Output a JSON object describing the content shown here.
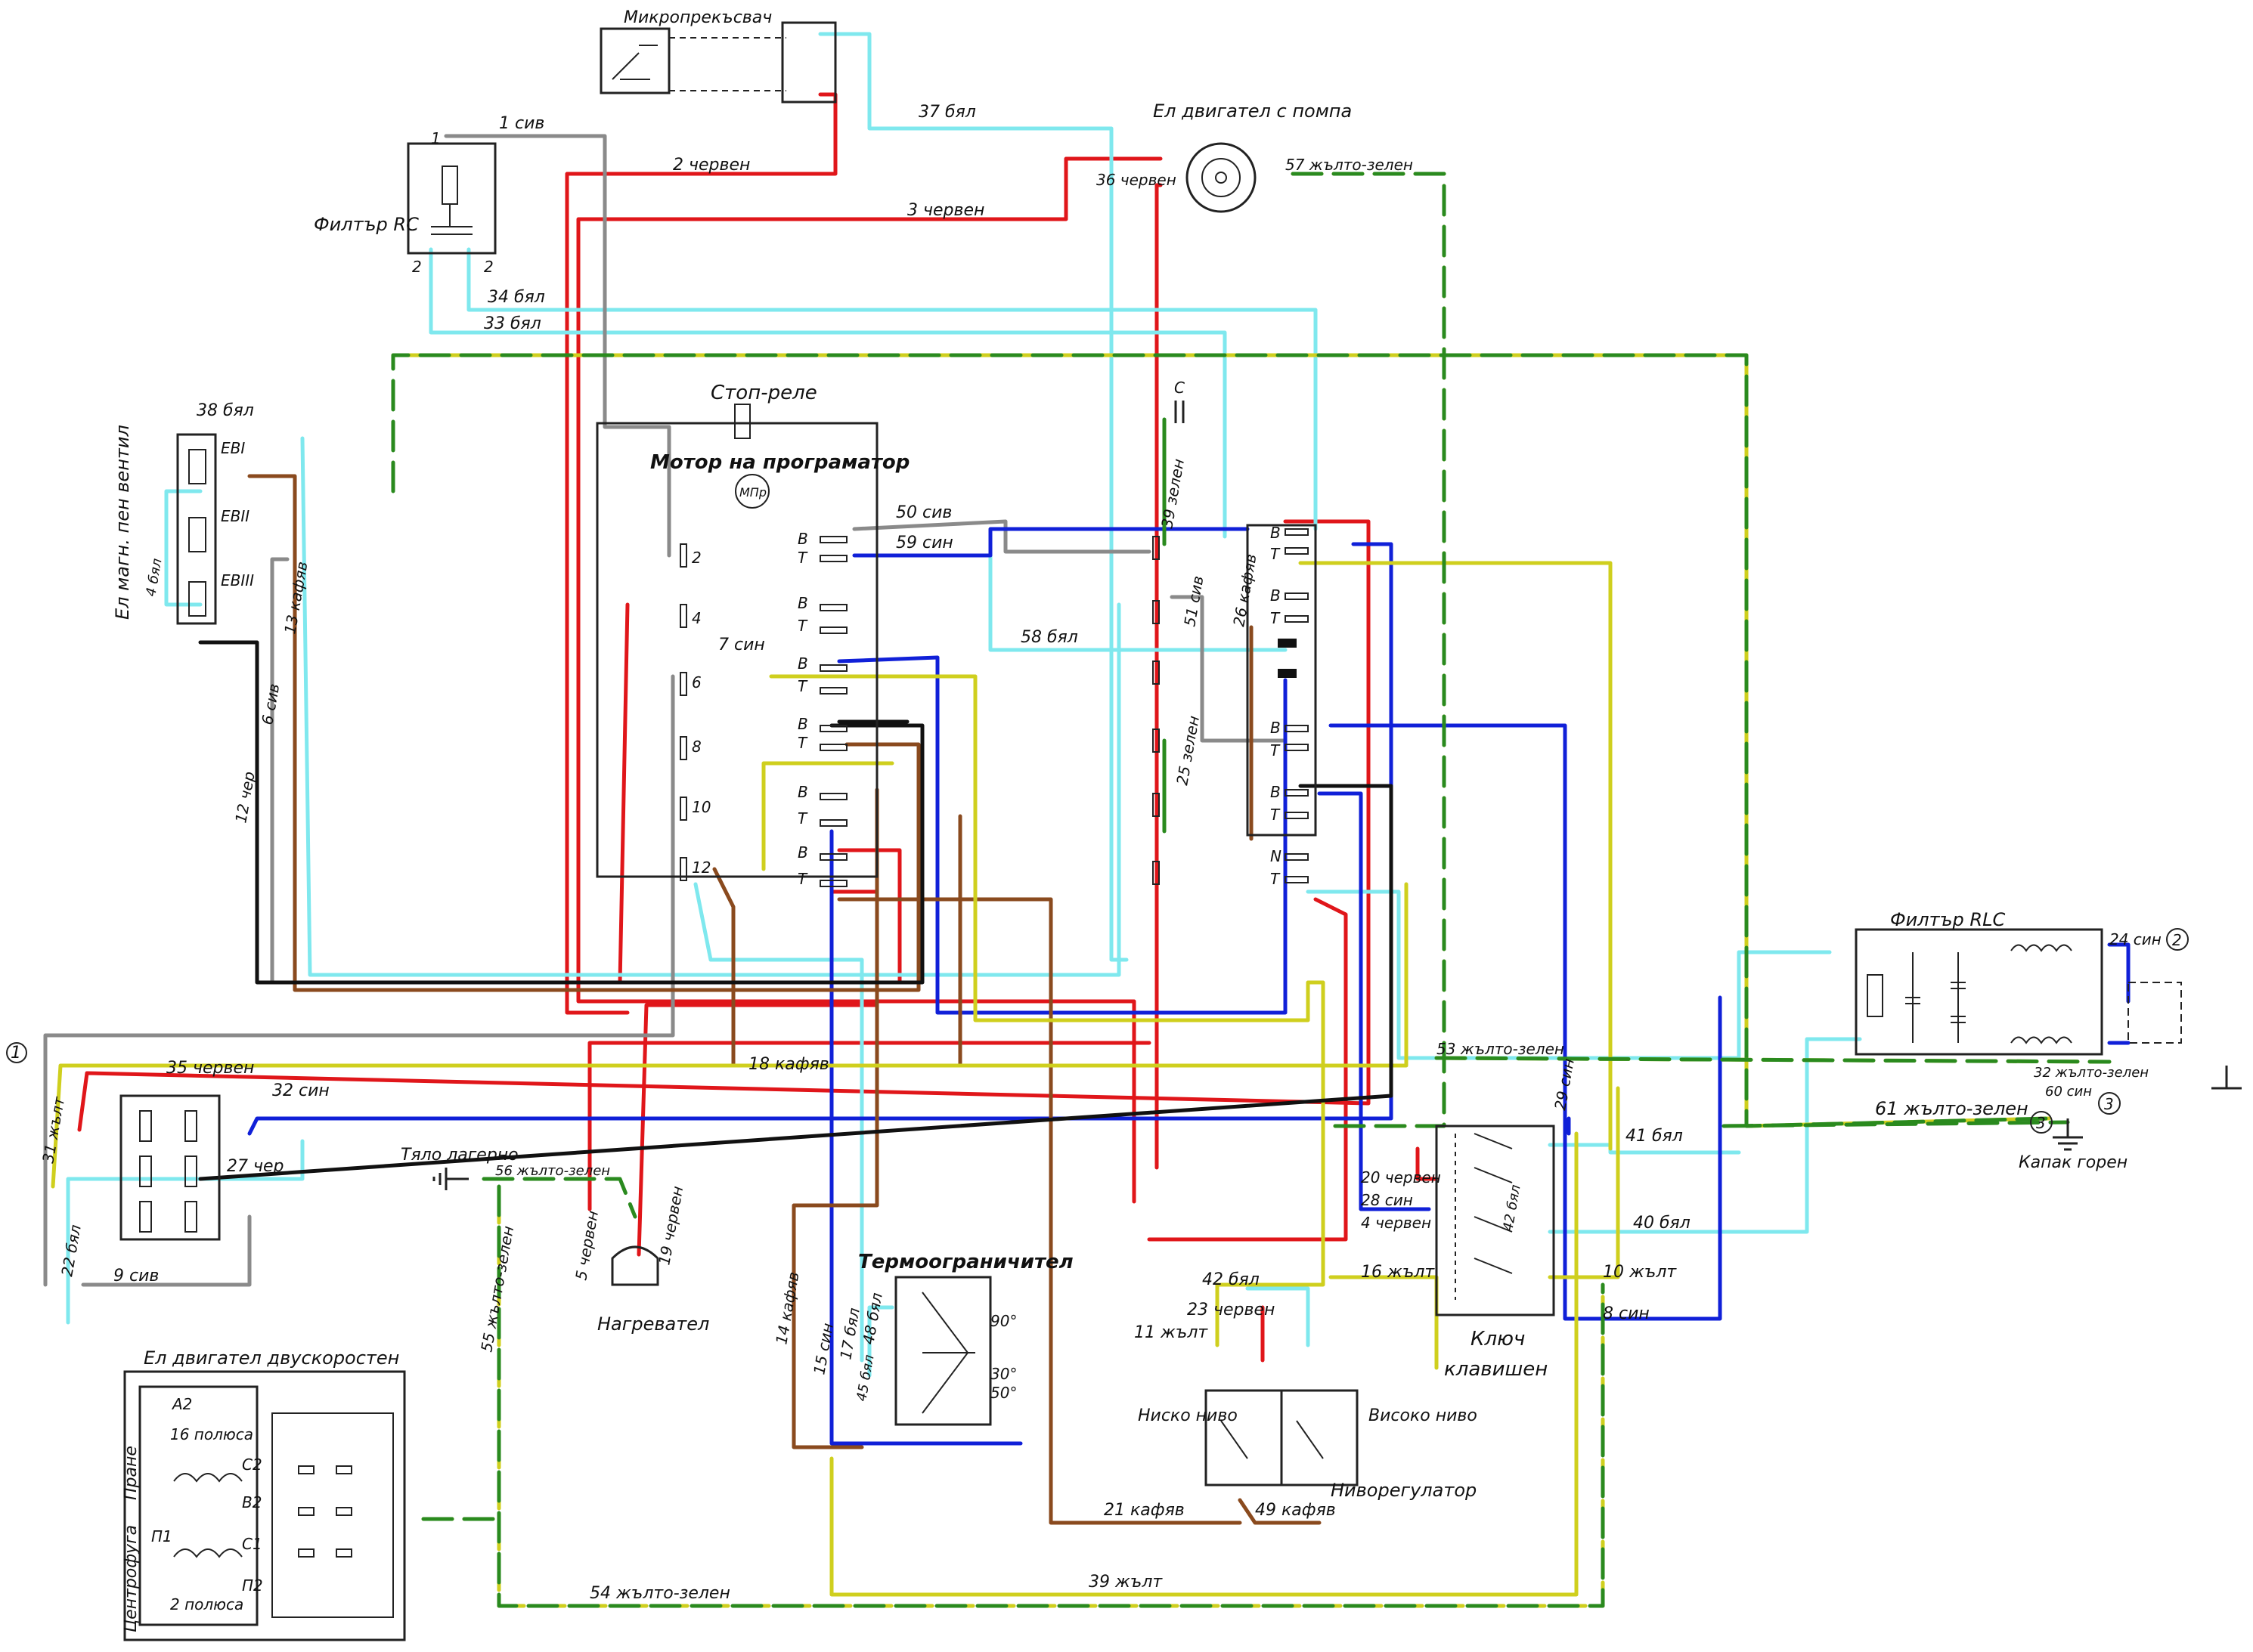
{
  "colors": {
    "red": "#e0161a",
    "blue": "#1020d8",
    "cyan": "#7fe8ee",
    "gray": "#8a8a8a",
    "brown": "#8a4a1e",
    "yellow": "#cfcf1e",
    "green": "#2a8a1e",
    "black": "#111111"
  },
  "titles": {
    "microswitch": "Микропрекъсвач",
    "motor_pump": "Ел двигател с помпа",
    "filter_rc": "Филтър RC",
    "stop_relay": "Стоп-реле",
    "prog_motor": "Мотор на програматор",
    "prog_motor_code": "МПр",
    "valves": "Ел магн. пен вентил",
    "filter_rlc": "Филтър RLC",
    "lid": "Капак горен",
    "body_ground": "Тяло лагерно",
    "heater": "Нагревател",
    "thermo": "Термоограничител",
    "key_switch_1": "Ключ",
    "key_switch_2": "клавишен",
    "low_level": "Ниско ниво",
    "high_level": "Високо ниво",
    "level_reg": "Ниворегулатор",
    "two_speed_motor": "Ел двигател двускоростен",
    "wash": "Пране",
    "spin": "Центрофуга",
    "poles16": "16 полюса",
    "poles2": "2 полюса"
  },
  "valve_labels": [
    "ЕВI",
    "ЕВII",
    "ЕВIII"
  ],
  "wires": {
    "w1": "1 сив",
    "w2": "2 червен",
    "w3": "3 червен",
    "w37": "37 бял",
    "w36": "36 червен",
    "w57": "57 жълто-зелен",
    "w34": "34 бял",
    "w33": "33 бял",
    "w38": "38 бял",
    "w13": "13 кафяв",
    "w6": "6 сив",
    "w12": "12 чер",
    "w50": "50 сив",
    "w59": "59 син",
    "w58": "58 бял",
    "w7": "7 син",
    "w39z": "39 зелен",
    "w51": "51 сив",
    "w25": "25 зелен",
    "w26": "26 кафяв",
    "w24": "24 син",
    "w53": "53 жълто-зелен",
    "w32zz": "32 жълто-зелен",
    "w60": "60 син",
    "w61": "61 жълто-зелен",
    "w35": "35 червен",
    "w32": "32 син",
    "w31": "31 жълт",
    "w27": "27 чер",
    "w22": "22 бял",
    "w9": "9 сив",
    "w18": "18 кафяв",
    "w56": "56 жълто-зелен",
    "w55": "55 жълто-зелен",
    "w5": "5 червен",
    "w19": "19 червен",
    "w14": "14 кафяв",
    "w15": "15 син",
    "w17": "17 бял",
    "w48": "48 бял",
    "w45": "45 бял",
    "w42": "42 бял",
    "w23": "23 червен",
    "w11": "11 жълт",
    "w21": "21 кафяв",
    "w49": "49 кафяв",
    "w39y": "39 жълт",
    "w54": "54 жълто-зелен",
    "w29": "29 син",
    "w41": "41 бял",
    "w40": "40 бял",
    "w10": "10 жълт",
    "w8": "8 син",
    "w16": "16 жълт",
    "w20": "20 червен",
    "w28": "28 син",
    "w4": "4 червен",
    "w42b": "42 бял",
    "w4b": "4 бял"
  },
  "terminals": {
    "B": "В",
    "T": "Т",
    "N": "N",
    "C": "C",
    "deg90": "90°",
    "deg30": "30°",
    "deg50": "50°",
    "A2": "A2",
    "C2": "C2",
    "C1": "C1",
    "P1": "П1",
    "P2": "П2",
    "B2": "B2"
  },
  "circled": [
    "1",
    "2",
    "3"
  ]
}
